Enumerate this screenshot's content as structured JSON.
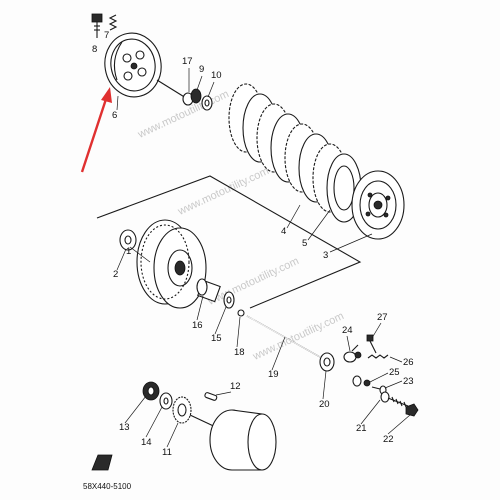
{
  "diagram": {
    "part_code": "58X440-5100",
    "watermark": "www.motoutility.com",
    "callouts": [
      "1",
      "2",
      "3",
      "4",
      "5",
      "6",
      "7",
      "8",
      "9",
      "10",
      "11",
      "12",
      "13",
      "14",
      "15",
      "16",
      "17",
      "18",
      "19",
      "20",
      "21",
      "22",
      "23",
      "24",
      "25",
      "26",
      "27"
    ],
    "pointer_color": "#e03030"
  }
}
